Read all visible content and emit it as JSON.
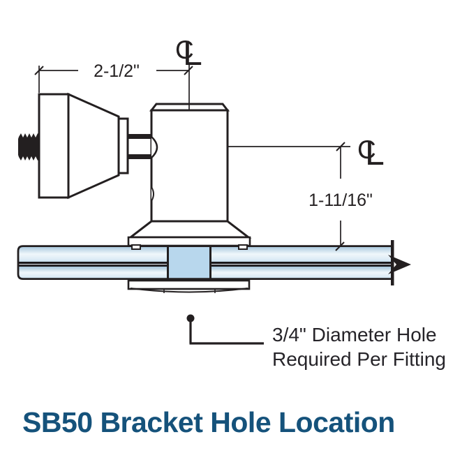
{
  "drawing": {
    "title": "SB50 Bracket Hole Location",
    "dimensions": {
      "width_label": "2-1/2\"",
      "height_label": "1-11/16\""
    },
    "centerline": {
      "c": "C",
      "l": "L"
    },
    "annotation": {
      "line1": "3/4\" Diameter Hole",
      "line2": "Required Per Fitting"
    },
    "colors": {
      "line": "#231f20",
      "glass_blue_edge": "#a6c6dd",
      "glass_highlight": "#f0f7fb",
      "glass_bottom": "#c8dfef",
      "glass_hole_fill": "#b8d7ed",
      "interlayer": "#1a181c",
      "annotation_text": "#262429",
      "title_text": "#15527b"
    }
  }
}
